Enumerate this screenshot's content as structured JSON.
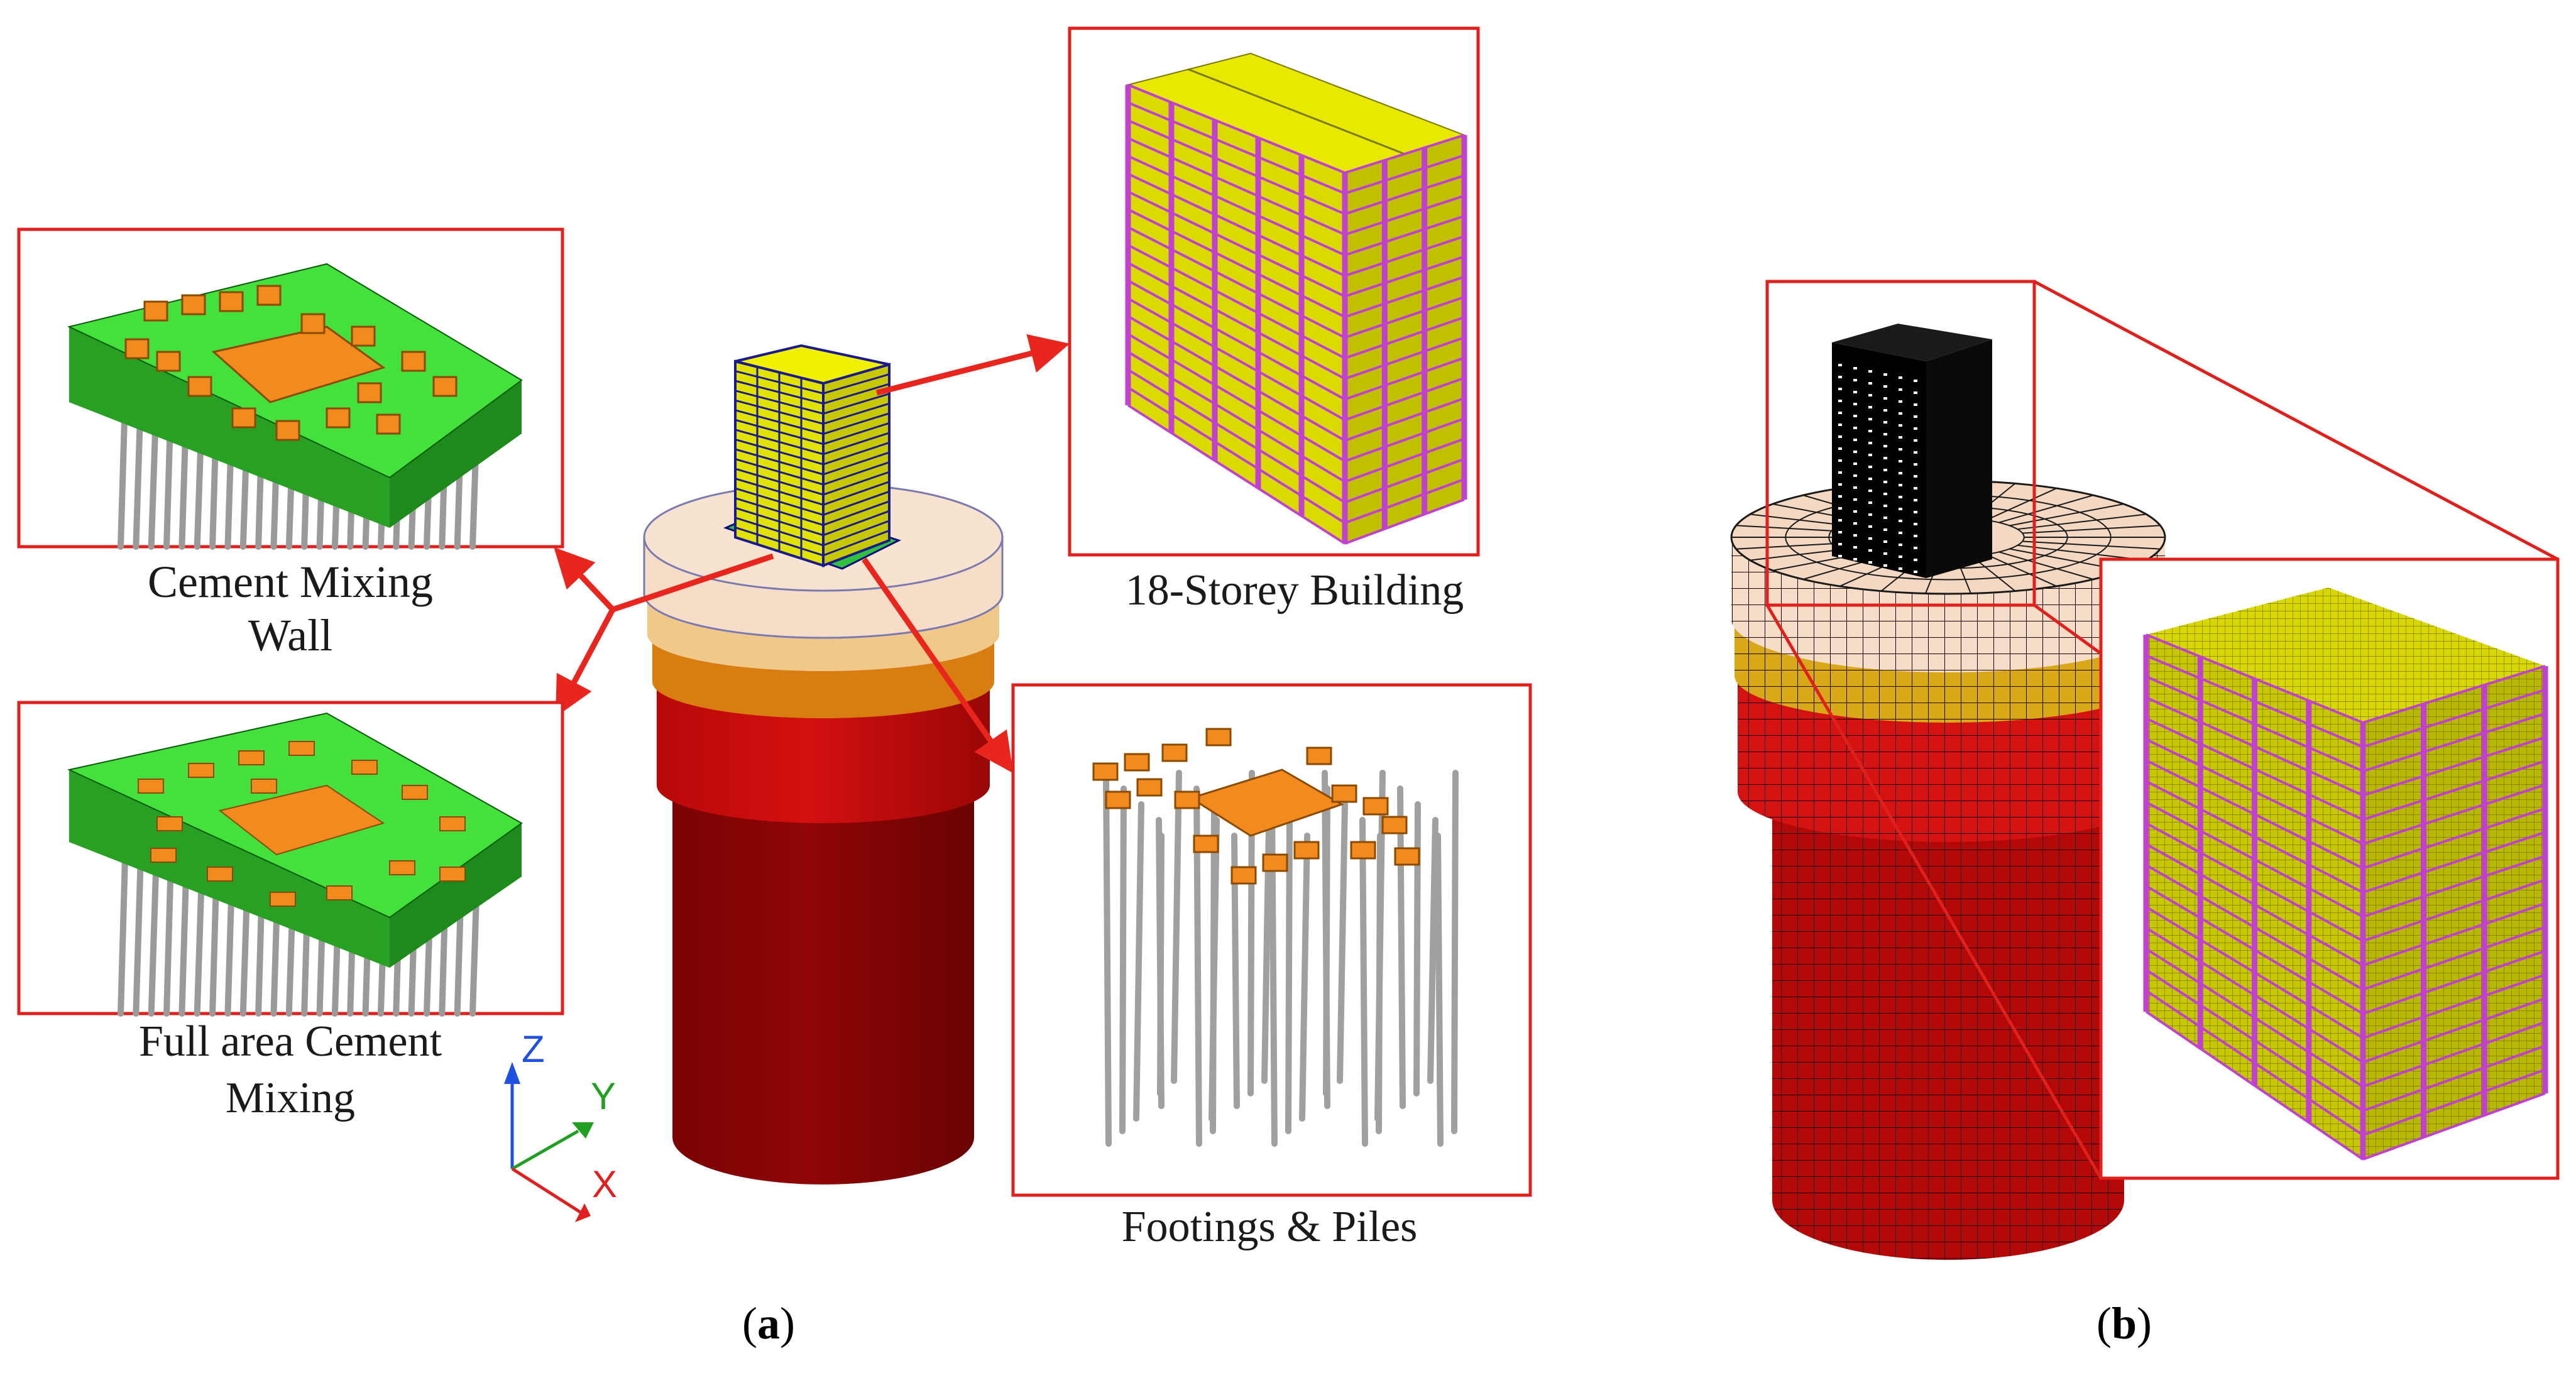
{
  "figure": {
    "panel_a": {
      "letter": "a",
      "callouts": {
        "cement_mixing_wall": {
          "line1": "Cement Mixing",
          "line2": "Wall"
        },
        "full_area_cement_mixing": {
          "line1": "Full area Cement",
          "line2": "Mixing"
        },
        "building": "18-Storey Building",
        "footings_piles": "Footings & Piles"
      },
      "axes": {
        "z": "Z",
        "y": "Y",
        "x": "X"
      }
    },
    "panel_b": {
      "letter": "b"
    }
  },
  "colors": {
    "callout_border": "#e0201c",
    "arrow": "#e8261e",
    "raft_green": "#3fd63a",
    "footing_orange": "#f28a1e",
    "building_yellow": "#d8d800",
    "building_frame": "#c040d0",
    "soil_top": "#f4d6c2",
    "soil_mid": "#e0a028",
    "soil_red": "#c80e08",
    "soil_dark": "#8a0404",
    "pile_gray": "#a8a8a8"
  }
}
